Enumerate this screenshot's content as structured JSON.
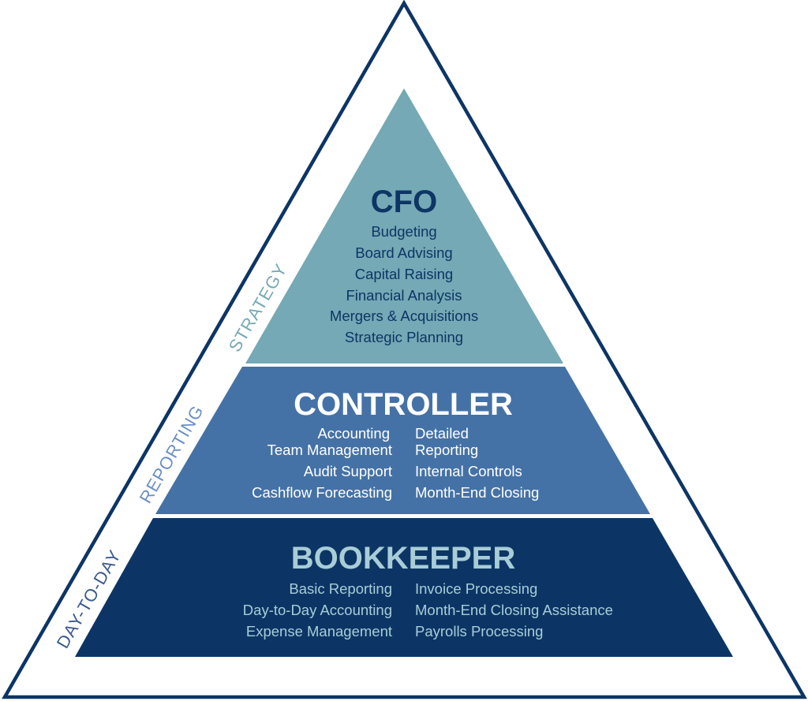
{
  "colors": {
    "outline": "#0d3565",
    "cfo_fill": "#74a9b5",
    "controller_fill": "#4572a6",
    "bookkeeper_fill": "#0c3566",
    "cfo_text": "#0d3565",
    "controller_text": "#ffffff",
    "bookkeeper_text": "#a8cdd6"
  },
  "side_labels": {
    "strategy": "STRATEGY",
    "reporting": "REPORTING",
    "day_to_day": "DAY-TO-DAY"
  },
  "cfo": {
    "title": "CFO",
    "items": [
      "Budgeting",
      "Board Advising",
      "Capital Raising",
      "Financial Analysis",
      "Mergers & Acquisitions",
      "Strategic Planning"
    ]
  },
  "controller": {
    "title": "CONTROLLER",
    "left": [
      "Accounting",
      "Team Management",
      "Audit Support",
      "Cashflow Forecasting"
    ],
    "right": [
      "Detailed",
      "Reporting",
      "Internal Controls",
      "Month-End Closing"
    ]
  },
  "bookkeeper": {
    "title": "BOOKKEEPER",
    "left": [
      "Basic Reporting",
      "Day-to-Day Accounting",
      "Expense Management"
    ],
    "right": [
      "Invoice Processing",
      "Month-End Closing Assistance",
      "Payrolls Processing"
    ]
  }
}
